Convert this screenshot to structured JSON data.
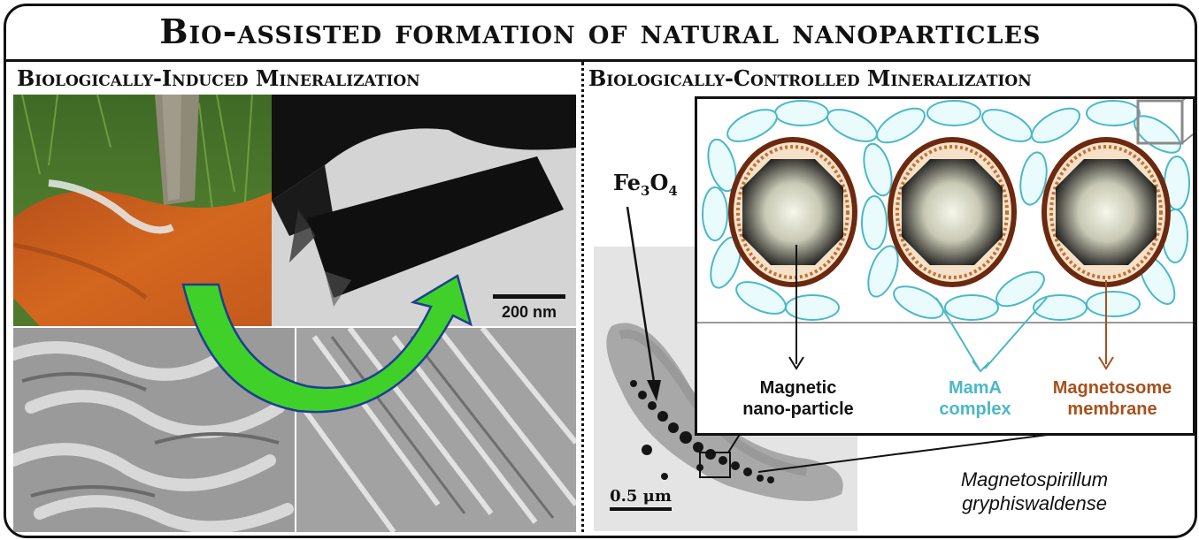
{
  "title": "Bio-assisted formation of natural nanoparticles",
  "left_heading": "Biologically-Induced Mineralization",
  "right_heading": "Biologically-Controlled Mineralization",
  "tem_scale_bar": "200 nm",
  "fe_label": "Fe",
  "fe_sub3": "3",
  "fe_o": "O",
  "fe_sub4": "4",
  "cell_scale_bar": "0.5 μm",
  "labels": {
    "magnetic_line1": "Magnetic",
    "magnetic_line2": "nano-particle",
    "mama_line1": "MamA",
    "mama_line2": "complex",
    "membrane_line1": "Magnetosome",
    "membrane_line2": "membrane"
  },
  "species_line1": "Magnetospirillum",
  "species_line2": "gryphiswaldense",
  "colors": {
    "arrow_green": "#3fd12a",
    "mama_cyan": "#4ab8c8",
    "membrane_brown": "#a8501c",
    "label_black": "#111111"
  }
}
